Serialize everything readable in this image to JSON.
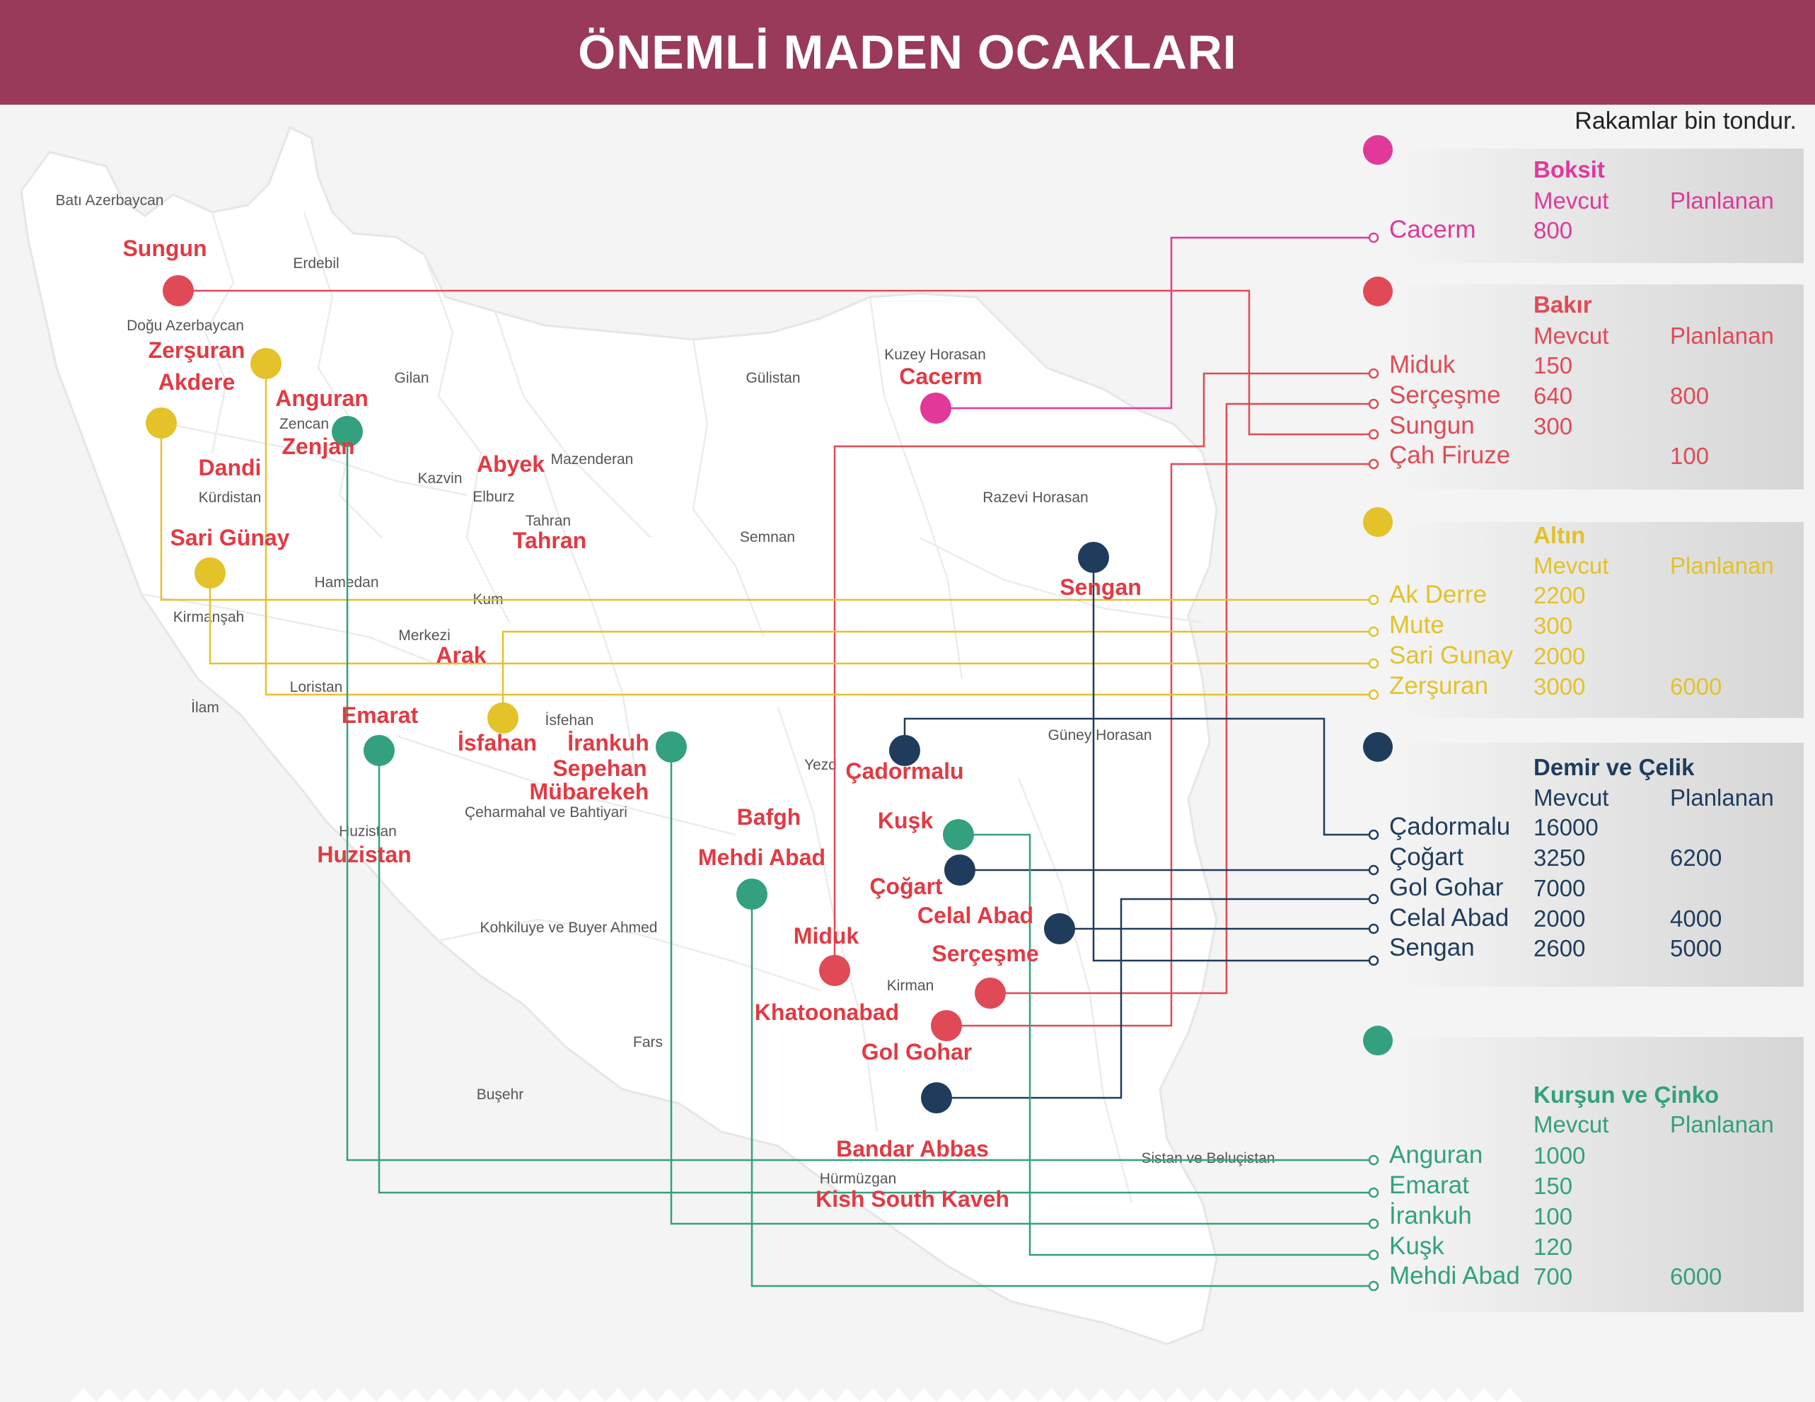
{
  "header": {
    "title": "ÖNEMLİ MADEN OCAKLARI",
    "bg_color": "#9a3a5a"
  },
  "note": "Rakamlar bin tondur.",
  "colors": {
    "boksit": "#e0399a",
    "bakir": "#e04a56",
    "altin": "#e3c22a",
    "demir": "#1f3c5c",
    "kursun": "#33a07e",
    "map_label": "#e23a44",
    "province": "#555555"
  },
  "provinces": [
    "Batı Azerbaycan",
    "Erdebil",
    "Doğu Azerbaycan",
    "Gilan",
    "Gülistan",
    "Kuzey Horasan",
    "Zencan",
    "Mazenderan",
    "Kazvin",
    "Elburz",
    "Kürdistan",
    "Tahran",
    "Razevi Horasan",
    "Semnan",
    "Hamedan",
    "Kum",
    "Kirmanşah",
    "Merkezi",
    "Loristan",
    "İlam",
    "İsfehan",
    "Güney Horasan",
    "Yezd",
    "Huzistan",
    "Çeharmahal ve Bahtiyari",
    "Kohkiluye ve Buyer Ahmed",
    "Kirman",
    "Fars",
    "Buşehr",
    "Sistan ve Beluçistan",
    "Hürmüzgan"
  ],
  "map_labels": [
    "Sungun",
    "Zerşuran",
    "Akdere",
    "Anguran",
    "Zenjan",
    "Dandi",
    "Sari Günay",
    "Abyek",
    "Tahran",
    "Cacerm",
    "Sengan",
    "Arak",
    "Emarat",
    "İsfahan",
    "İrankuh",
    "Sepehan",
    "Mübarekeh",
    "Çadormalu",
    "Bafgh",
    "Kuşk",
    "Mehdi Abad",
    "Huzistan",
    "Çoğart",
    "Celal Abad",
    "Miduk",
    "Serçeşme",
    "Khatoonabad",
    "Gol Gohar",
    "Bandar Abbas",
    "Kish South Kaveh"
  ],
  "legend": [
    {
      "key": "boksit",
      "title": "Boksit",
      "col_current": "Mevcut",
      "col_planned": "Planlanan",
      "rows": [
        {
          "name": "Cacerm",
          "current": "800",
          "planned": ""
        }
      ]
    },
    {
      "key": "bakir",
      "title": "Bakır",
      "col_current": "Mevcut",
      "col_planned": "Planlanan",
      "rows": [
        {
          "name": "Miduk",
          "current": "150",
          "planned": ""
        },
        {
          "name": "Serçeşme",
          "current": "640",
          "planned": "800"
        },
        {
          "name": "Sungun",
          "current": "300",
          "planned": ""
        },
        {
          "name": "Çah Firuze",
          "current": "",
          "planned": "100"
        }
      ]
    },
    {
      "key": "altin",
      "title": "Altın",
      "col_current": "Mevcut",
      "col_planned": "Planlanan",
      "rows": [
        {
          "name": "Ak Derre",
          "current": "2200",
          "planned": ""
        },
        {
          "name": "Mute",
          "current": "300",
          "planned": ""
        },
        {
          "name": "Sari Gunay",
          "current": "2000",
          "planned": ""
        },
        {
          "name": "Zerşuran",
          "current": "3000",
          "planned": "6000"
        }
      ]
    },
    {
      "key": "demir",
      "title": "Demir ve Çelik",
      "col_current": "Mevcut",
      "col_planned": "Planlanan",
      "rows": [
        {
          "name": "Çadormalu",
          "current": "16000",
          "planned": ""
        },
        {
          "name": "Çoğart",
          "current": "3250",
          "planned": "6200"
        },
        {
          "name": "Gol Gohar",
          "current": "7000",
          "planned": ""
        },
        {
          "name": "Celal Abad",
          "current": "2000",
          "planned": "4000"
        },
        {
          "name": "Sengan",
          "current": "2600",
          "planned": "5000"
        }
      ]
    },
    {
      "key": "kursun",
      "title": "Kurşun ve Çinko",
      "col_current": "Mevcut",
      "col_planned": "Planlanan",
      "rows": [
        {
          "name": "Anguran",
          "current": "1000",
          "planned": ""
        },
        {
          "name": "Emarat",
          "current": "150",
          "planned": ""
        },
        {
          "name": "İrankuh",
          "current": "100",
          "planned": ""
        },
        {
          "name": "Kuşk",
          "current": "120",
          "planned": ""
        },
        {
          "name": "Mehdi Abad",
          "current": "700",
          "planned": "6000"
        }
      ]
    }
  ]
}
